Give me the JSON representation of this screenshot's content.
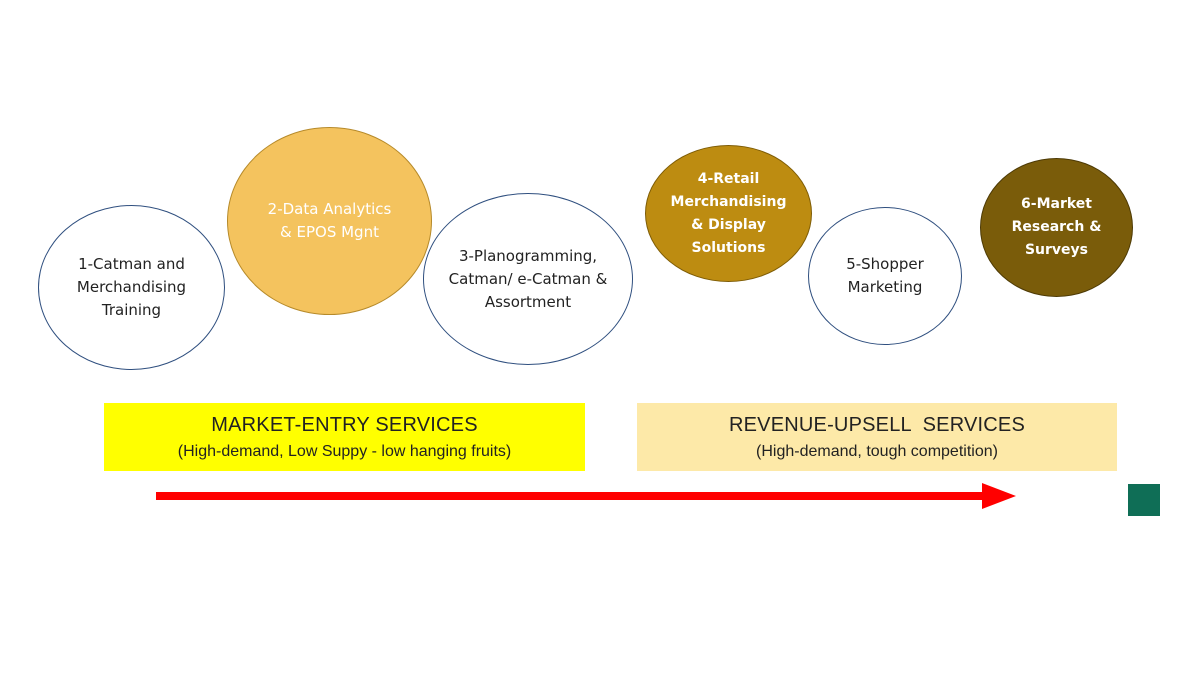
{
  "circles": [
    {
      "id": "c1",
      "lines": [
        "1-Catman and",
        "Merchandising",
        "Training"
      ]
    },
    {
      "id": "c2",
      "lines": [
        "2-Data Analytics",
        "& EPOS Mgnt"
      ]
    },
    {
      "id": "c3",
      "lines": [
        "3-Planogramming,",
        "Catman/ e-Catman &",
        "Assortment"
      ]
    },
    {
      "id": "c4",
      "lines": [
        "4-Retail",
        "Merchandising",
        "& Display",
        "Solutions"
      ]
    },
    {
      "id": "c5",
      "lines": [
        "5-Shopper",
        "Marketing"
      ]
    },
    {
      "id": "c6",
      "lines": [
        "6-Market",
        "Research &",
        "Surveys"
      ]
    }
  ],
  "bands": {
    "market_entry": {
      "title": "MARKET-ENTRY SERVICES",
      "subtitle": "(High-demand, Low Suppy - low hanging fruits)"
    },
    "revenue_upsell": {
      "title": "REVENUE-UPSELL  SERVICES",
      "subtitle": "(High-demand, tough competition)"
    }
  },
  "colors": {
    "arrow": "#ff0000",
    "market_entry_band": "#ffff00",
    "revenue_upsell_band": "#fde9a8",
    "circle_2": "#f4c35e",
    "circle_4": "#bd8c11",
    "circle_6": "#7a5c0a",
    "square": "#0f6e56"
  }
}
